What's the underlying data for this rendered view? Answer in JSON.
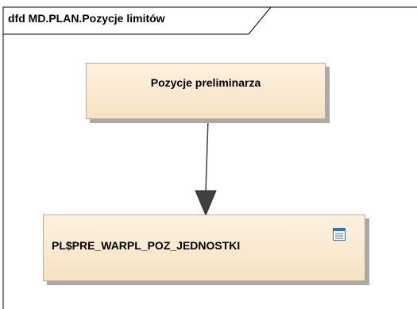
{
  "frame": {
    "title": "dfd MD.PLAN.Pozycje limitów"
  },
  "nodes": {
    "process": {
      "label": "Pozycje preliminarza"
    },
    "datastore": {
      "label": "PL$PRE_WARPL_POZ_JEDNOSTKI",
      "icon": "table-icon"
    }
  },
  "flows": [
    {
      "from": "Pozycje preliminarza",
      "to": "PL$PRE_WARPL_POZ_JEDNOSTKI"
    }
  ],
  "colors": {
    "node_fill_top": "#fdf1df",
    "node_fill_bottom": "#f6e2c2",
    "shadow": "#a9a9a9",
    "arrow": "#404040"
  }
}
